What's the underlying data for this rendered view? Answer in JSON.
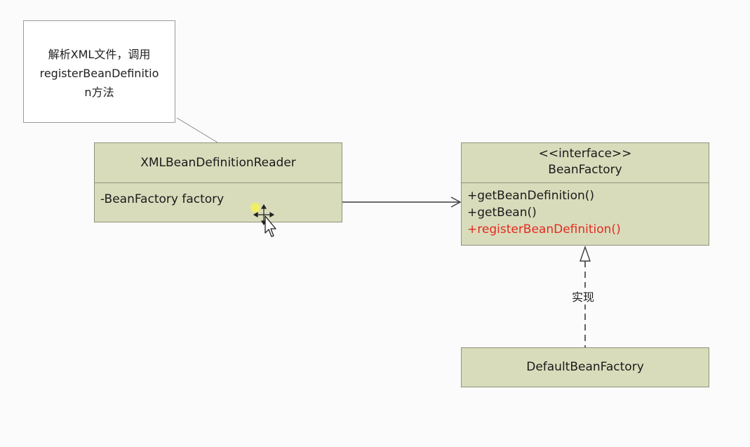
{
  "note": {
    "lines": [
      "解析XML文件，调用",
      "registerBeanDefinitio",
      "n方法"
    ]
  },
  "reader": {
    "name": "XMLBeanDefinitionReader",
    "attributes": [
      "-BeanFactory factory"
    ]
  },
  "bean_factory": {
    "stereotype": "<<interface>>",
    "name": "BeanFactory",
    "methods": [
      "+getBeanDefinition()",
      "+getBean()",
      "+registerBeanDefinition()"
    ]
  },
  "default_bean_factory": {
    "name": "DefaultBeanFactory"
  },
  "realization_label": "实现",
  "colors": {
    "class_fill": "#d9dcbb",
    "highlight_method": "#e32a20",
    "cursor_highlight": "#f3f05a"
  },
  "icons": [
    "move-cursor-icon",
    "arrow-pointer-icon"
  ]
}
